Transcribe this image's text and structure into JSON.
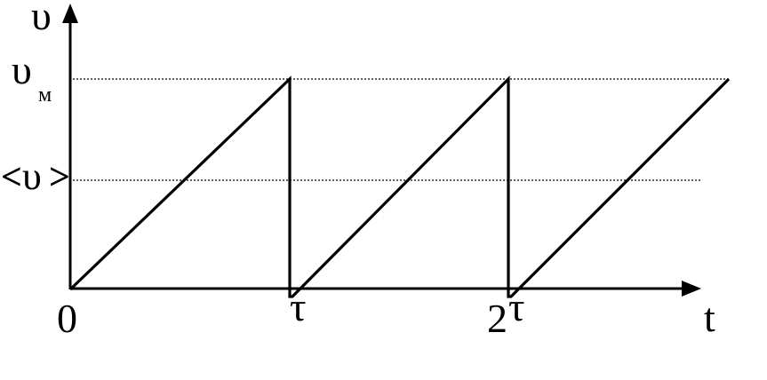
{
  "diagram": {
    "y_axis_label": "υ",
    "x_axis_label": "t",
    "ticks": {
      "origin": "0",
      "tau": "τ",
      "two_tau_prefix": "2",
      "two_tau_symbol": "τ"
    },
    "levels": {
      "max_symbol": "υ",
      "max_subscript": "м",
      "mean_left": "<",
      "mean_symbol": "υ",
      "mean_right": ">"
    },
    "colors": {
      "line": "#000000",
      "background": "#ffffff"
    }
  }
}
